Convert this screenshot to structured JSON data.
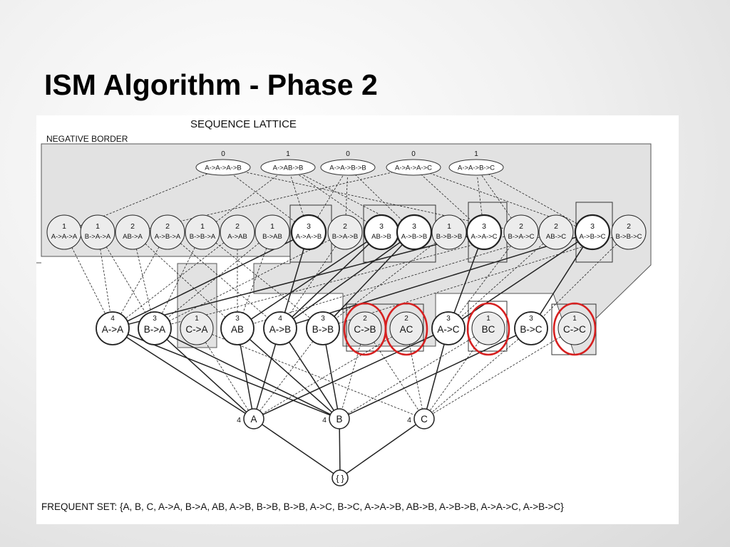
{
  "slide": {
    "title": "ISM Algorithm - Phase 2"
  },
  "lattice": {
    "title": "SEQUENCE LATTICE",
    "negative_border_label": "NEGATIVE BORDER",
    "frequent_set_text": "FREQUENT SET: {A, B, C, A->A, B->A, AB, A->B, B->B, B->B, A->C, B->C, A->A->B, AB->B, A->B->B, A->A->C, A->B->C}",
    "empty_set": "{ }",
    "level4": [
      {
        "label": "A->A->A->B",
        "count": "0"
      },
      {
        "label": "A->AB->B",
        "count": "1"
      },
      {
        "label": "A->A->B->B",
        "count": "0"
      },
      {
        "label": "A->A->A->C",
        "count": "0"
      },
      {
        "label": "A->A->B->C",
        "count": "1"
      }
    ],
    "level3": [
      {
        "label": "A->A->A",
        "count": "1",
        "frequent": false
      },
      {
        "label": "B->A->A",
        "count": "1",
        "frequent": false
      },
      {
        "label": "AB->A",
        "count": "2",
        "frequent": false
      },
      {
        "label": "A->B->A",
        "count": "2",
        "frequent": false
      },
      {
        "label": "B->B->A",
        "count": "1",
        "frequent": false
      },
      {
        "label": "A->AB",
        "count": "2",
        "frequent": false
      },
      {
        "label": "B->AB",
        "count": "1",
        "frequent": false
      },
      {
        "label": "A->A->B",
        "count": "3",
        "frequent": true
      },
      {
        "label": "B->A->B",
        "count": "2",
        "frequent": false
      },
      {
        "label": "AB->B",
        "count": "3",
        "frequent": true
      },
      {
        "label": "A->B->B",
        "count": "3",
        "frequent": true
      },
      {
        "label": "B->B->B",
        "count": "1",
        "frequent": false
      },
      {
        "label": "A->A->C",
        "count": "3",
        "frequent": true
      },
      {
        "label": "B->A->C",
        "count": "2",
        "frequent": false
      },
      {
        "label": "AB->C",
        "count": "2",
        "frequent": false
      },
      {
        "label": "A->B->C",
        "count": "3",
        "frequent": true
      },
      {
        "label": "B->B->C",
        "count": "2",
        "frequent": false
      }
    ],
    "level2": [
      {
        "label": "A->A",
        "count": "4",
        "frequent": true,
        "circled": false
      },
      {
        "label": "B->A",
        "count": "3",
        "frequent": true,
        "circled": false
      },
      {
        "label": "C->A",
        "count": "1",
        "frequent": false,
        "circled": false
      },
      {
        "label": "AB",
        "count": "3",
        "frequent": true,
        "circled": false
      },
      {
        "label": "A->B",
        "count": "4",
        "frequent": true,
        "circled": false
      },
      {
        "label": "B->B",
        "count": "3",
        "frequent": true,
        "circled": false
      },
      {
        "label": "C->B",
        "count": "2",
        "frequent": false,
        "circled": true
      },
      {
        "label": "AC",
        "count": "2",
        "frequent": false,
        "circled": true
      },
      {
        "label": "A->C",
        "count": "3",
        "frequent": true,
        "circled": false
      },
      {
        "label": "BC",
        "count": "1",
        "frequent": false,
        "circled": true
      },
      {
        "label": "B->C",
        "count": "3",
        "frequent": true,
        "circled": false
      },
      {
        "label": "C->C",
        "count": "1",
        "frequent": false,
        "circled": true
      }
    ],
    "level1": [
      {
        "label": "A",
        "count": "4"
      },
      {
        "label": "B",
        "count": "4"
      },
      {
        "label": "C",
        "count": "4"
      }
    ],
    "colors": {
      "highlight": "#d62020",
      "border_fill": "#e2e2e2",
      "node_fill": "#ffffff",
      "infrequent_fill": "#ececec"
    }
  }
}
